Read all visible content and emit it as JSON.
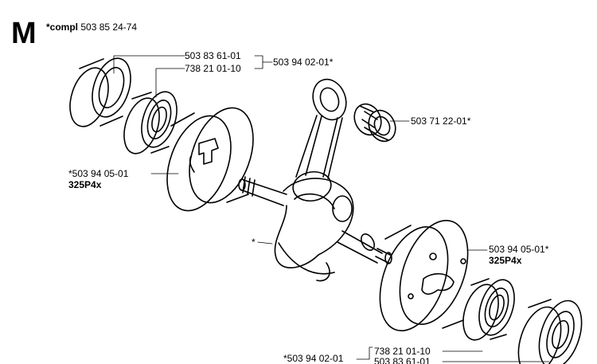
{
  "header": {
    "section_letter": "M",
    "compl_prefix": "*compl",
    "compl_number": "503 85 24-74"
  },
  "callouts": {
    "bearing_top_1": "503 83 61-01",
    "bearing_top_2": "738 21 01-10",
    "bearing_group_top": "503 94 02-01*",
    "needle_bearing": "503 71 22-01*",
    "flywheel_half_left": "*503 94 05-01",
    "flywheel_half_left_model": "325P4x",
    "crankshaft": "*",
    "flywheel_half_right": "503 94 05-01*",
    "flywheel_half_right_model": "325P4x",
    "bearing_group_bottom": "*503 94 02-01",
    "bearing_bottom_1": "738 21 01-10",
    "bearing_bottom_2": "503 83 61-01"
  }
}
